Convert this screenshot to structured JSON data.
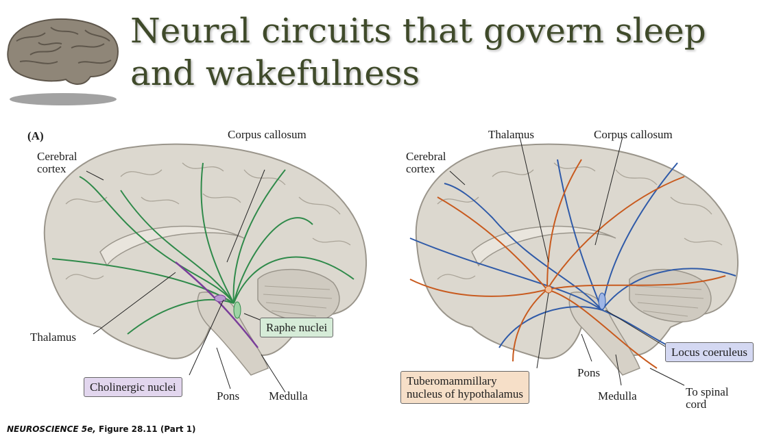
{
  "title": "Neural circuits that govern sleep and wakefulness",
  "panel_a": {
    "panel_label": "(A)",
    "labels": {
      "corpus_callosum": "Corpus callosum",
      "cerebral_cortex": "Cerebral\ncortex",
      "thalamus": "Thalamus",
      "pons": "Pons",
      "medulla": "Medulla"
    },
    "boxes": {
      "raphe": "Raphe nuclei",
      "cholinergic": "Cholinergic nuclei"
    }
  },
  "panel_b": {
    "labels": {
      "thalamus": "Thalamus",
      "corpus_callosum": "Corpus callosum",
      "cerebral_cortex": "Cerebral\ncortex",
      "pons": "Pons",
      "medulla": "Medulla",
      "spinal_cord": "To spinal\ncord"
    },
    "boxes": {
      "locus_coeruleus": "Locus coeruleus",
      "tuberomammillary": "Tuberomammillary\nnucleus of hypothalamus"
    }
  },
  "caption": {
    "book": "NEUROSCIENCE 5e,",
    "figure": "Figure 28.11 (Part 1)"
  },
  "colors": {
    "title": "#3f4a2a",
    "brain": "#dcd8cf",
    "green_path": "#2f8a4a",
    "purple_path": "#7a3e9a",
    "blue_path": "#2f5aa8",
    "orange_path": "#c85a1e",
    "raphe_box": "#d6ecd8",
    "cholinergic_box": "#e2d6ee",
    "locus_box": "#d4d8f2",
    "tubero_box": "#f6dfc8"
  }
}
